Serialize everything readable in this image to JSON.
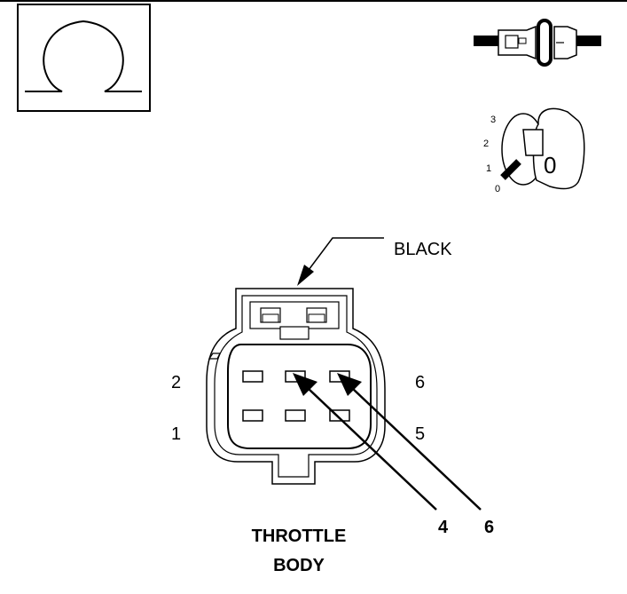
{
  "icons": {
    "ohm_meter": "omega-icon",
    "connector_disconnected": "disconnected-connector-icon",
    "ignition_key": "ignition-key-off-icon"
  },
  "ignition": {
    "positions": [
      "3",
      "2",
      "1",
      "0"
    ],
    "key_label": "0"
  },
  "connector": {
    "color_label": "BLACK",
    "left_pins": [
      "2",
      "1"
    ],
    "right_pins": [
      "6",
      "5"
    ],
    "probe_labels": [
      "4",
      "6"
    ],
    "name_line1": "THROTTLE",
    "name_line2": "BODY"
  },
  "colors": {
    "ink": "#000000",
    "background": "#ffffff"
  }
}
